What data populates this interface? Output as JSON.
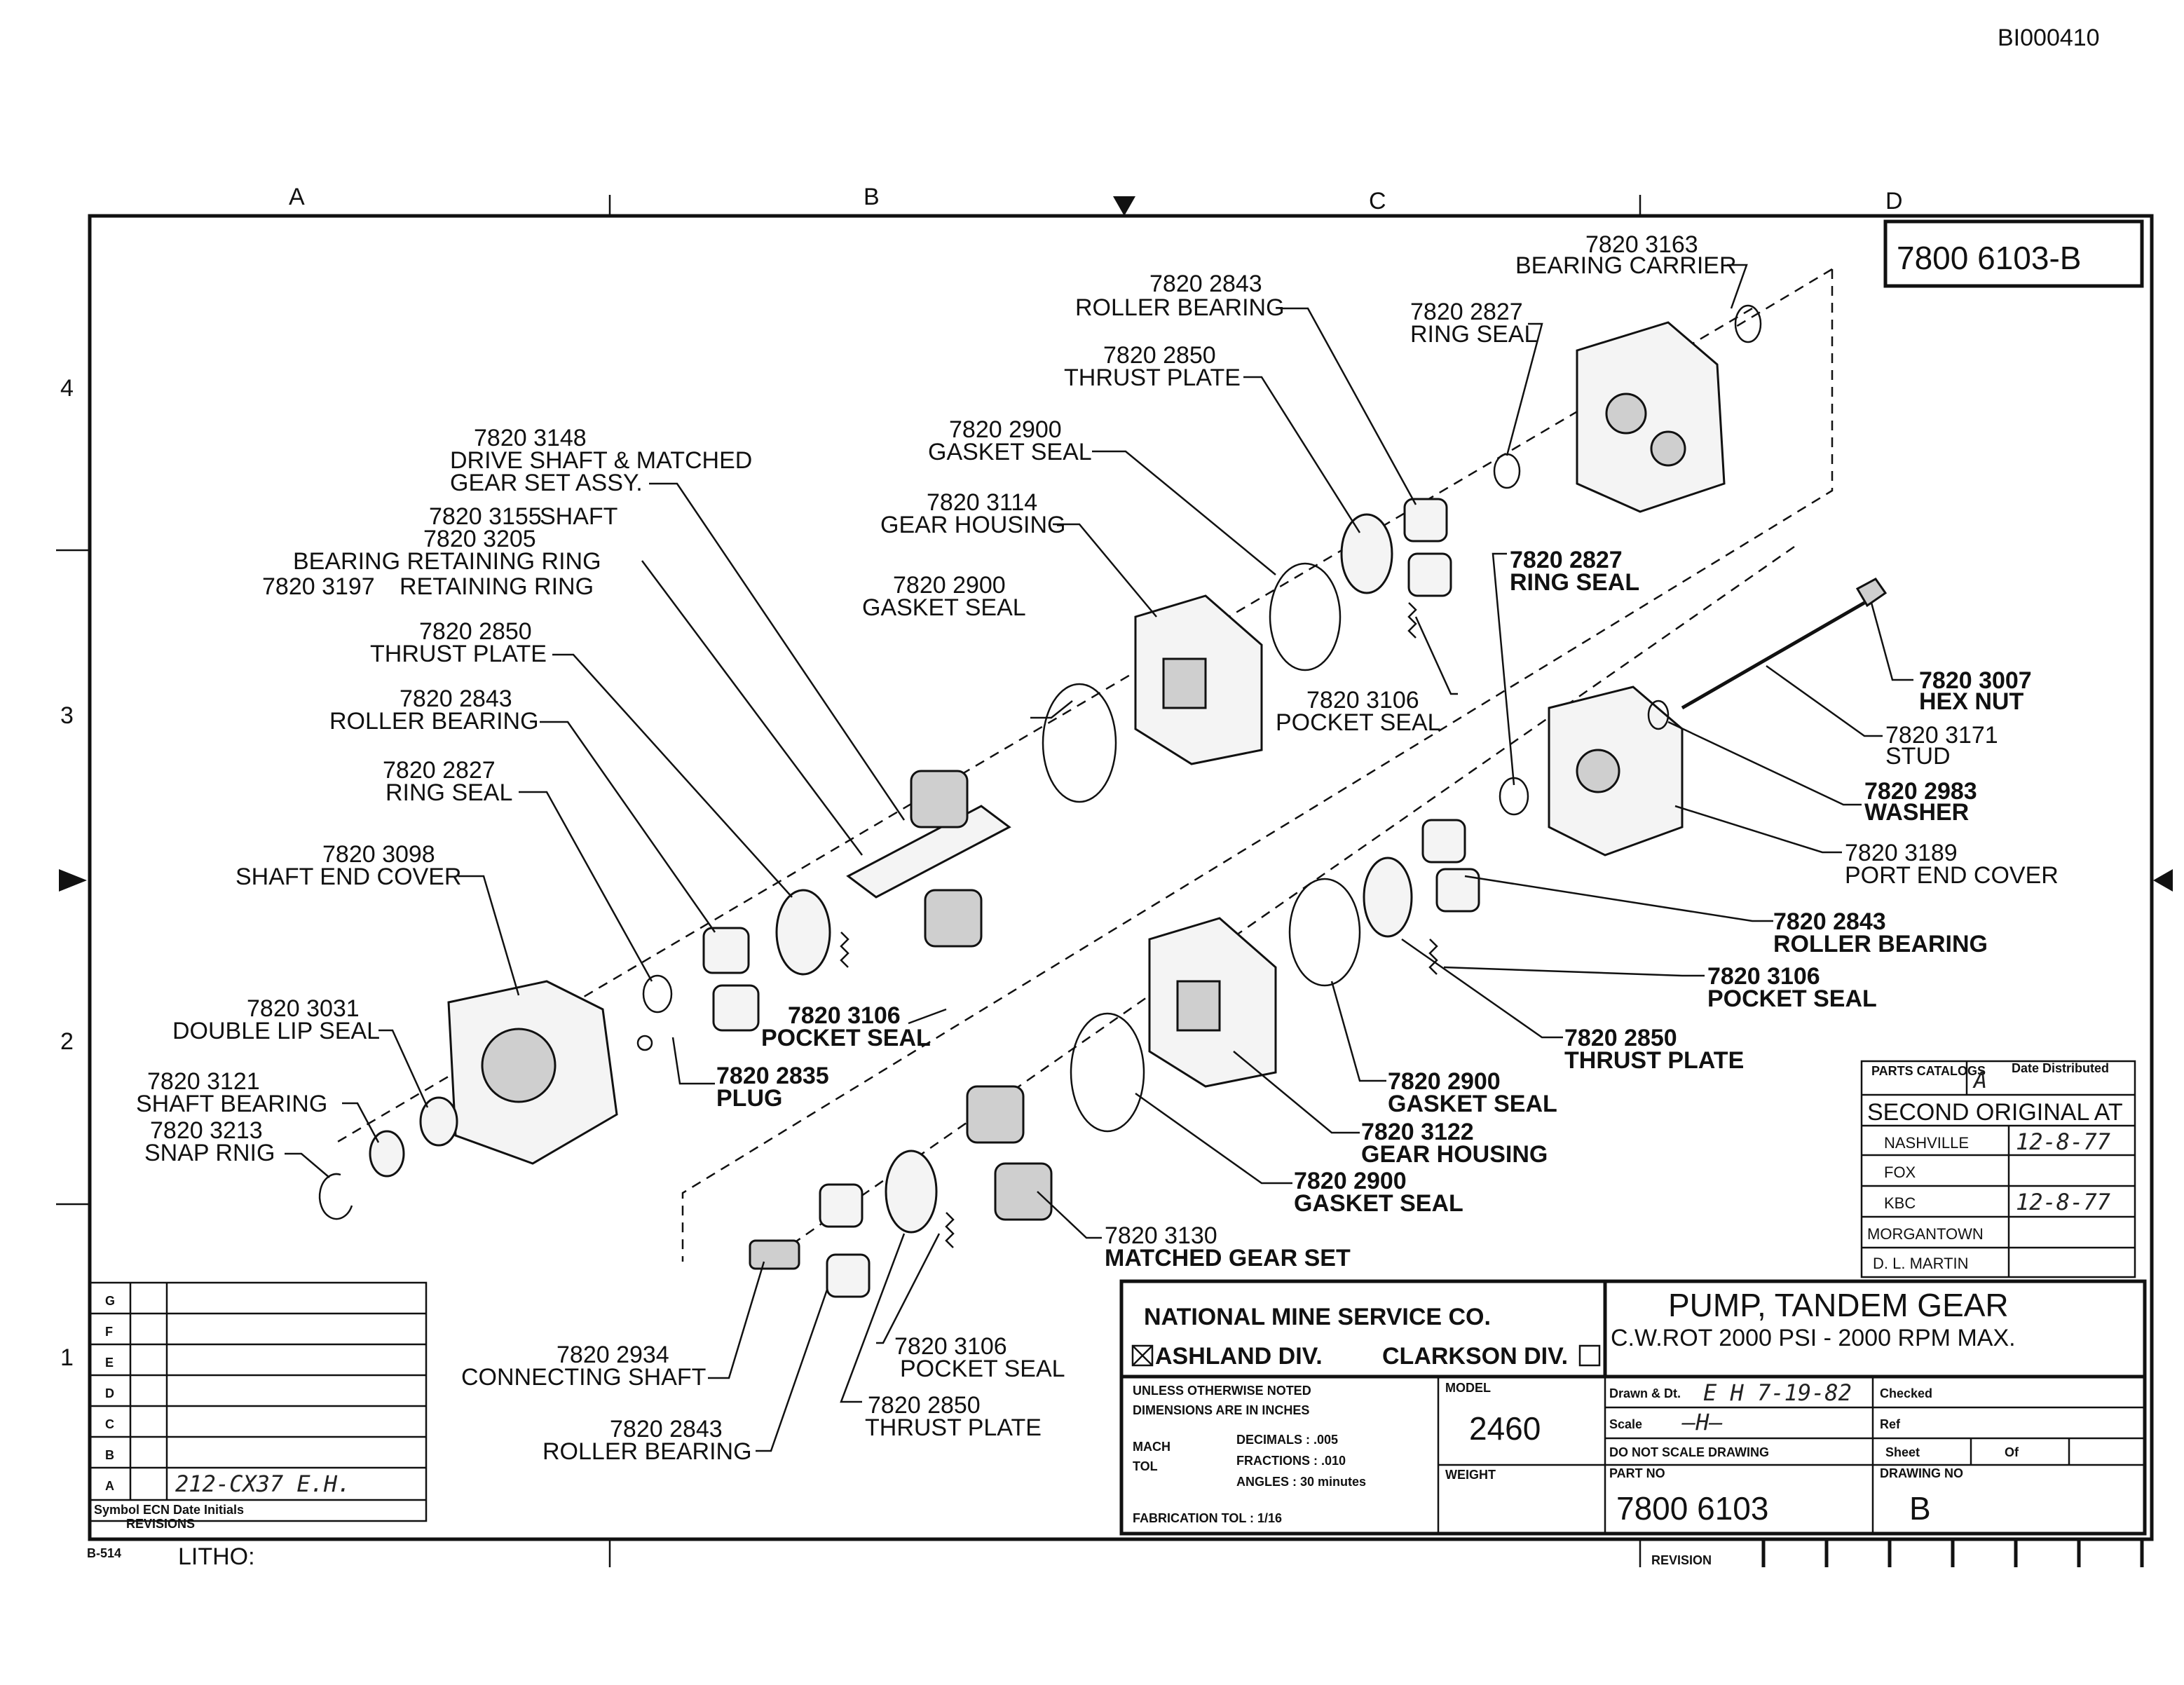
{
  "doc_id": "BI000410",
  "zone_letters": [
    "A",
    "B",
    "C",
    "D"
  ],
  "zone_numbers": [
    "4",
    "3",
    "2",
    "1"
  ],
  "drawing_no_box": "7800 6103-B",
  "callouts": [
    {
      "num": "7820 3163",
      "name": "BEARING CARRIER"
    },
    {
      "num": "7820 2843",
      "name": "ROLLER BEARING"
    },
    {
      "num": "7820 2827",
      "name": "RING SEAL"
    },
    {
      "num": "7820 2850",
      "name": "THRUST PLATE"
    },
    {
      "num": "7820 2900",
      "name": "GASKET SEAL"
    },
    {
      "num": "7820 3114",
      "name": "GEAR HOUSING"
    },
    {
      "num": "7820 3148",
      "name": "DRIVE SHAFT & MATCHED",
      "name2": "GEAR SET ASSY."
    },
    {
      "num": "7820 3155",
      "name": "SHAFT"
    },
    {
      "num": "7820 3205",
      "name": "BEARING RETAINING RING"
    },
    {
      "num": "7820 3197",
      "name": "RETAINING RING"
    },
    {
      "num": "7820 2850",
      "name": "THRUST PLATE"
    },
    {
      "num": "7820 2843",
      "name": "ROLLER BEARING"
    },
    {
      "num": "7820 2827",
      "name": "RING SEAL"
    },
    {
      "num": "7820 3098",
      "name": "SHAFT END COVER"
    },
    {
      "num": "7820 3031",
      "name": "DOUBLE LIP SEAL"
    },
    {
      "num": "7820 3121",
      "name": "SHAFT BEARING"
    },
    {
      "num": "7820 3213",
      "name": "SNAP RNIG"
    },
    {
      "num": "7820 2900",
      "name": "GASKET SEAL"
    },
    {
      "num": "7820 2827",
      "name": "RING SEAL"
    },
    {
      "num": "7820 3106",
      "name": "POCKET SEAL"
    },
    {
      "num": "7820 3007",
      "name": "HEX NUT"
    },
    {
      "num": "7820 3171",
      "name": "STUD"
    },
    {
      "num": "7820 2983",
      "name": "WASHER"
    },
    {
      "num": "7820 3189",
      "name": "PORT END COVER"
    },
    {
      "num": "7820 2843",
      "name": "ROLLER BEARING"
    },
    {
      "num": "7820 3106",
      "name": "POCKET SEAL"
    },
    {
      "num": "7820 2850",
      "name": "THRUST PLATE"
    },
    {
      "num": "7820 2900",
      "name": "GASKET SEAL"
    },
    {
      "num": "7820 3122",
      "name": "GEAR HOUSING"
    },
    {
      "num": "7820 2900",
      "name": "GASKET SEAL"
    },
    {
      "num": "7820 3130",
      "name": "MATCHED GEAR SET"
    },
    {
      "num": "7820 3106",
      "name": "POCKET SEAL"
    },
    {
      "num": "7820 2850",
      "name": "THRUST PLATE"
    },
    {
      "num": "7820 2934",
      "name": "CONNECTING SHAFT"
    },
    {
      "num": "7820 2843",
      "name": "ROLLER BEARING"
    },
    {
      "num": "7820 3106",
      "name": "POCKET SEAL"
    },
    {
      "num": "7820 2835",
      "name": "PLUG"
    }
  ],
  "parts_catalogs": {
    "header": "PARTS CATALOGS",
    "mark": "A",
    "date_hdr": "Date Distributed",
    "second_original": "SECOND ORIGINAL AT",
    "rows": [
      {
        "loc": "NASHVILLE",
        "val": "12-8-77"
      },
      {
        "loc": "FOX",
        "val": ""
      },
      {
        "loc": "KBC",
        "val": "12-8-77"
      },
      {
        "loc": "MORGANTOWN",
        "val": ""
      },
      {
        "loc": "D. L. MARTIN",
        "val": ""
      }
    ]
  },
  "revisions": {
    "letters": [
      "G",
      "F",
      "E",
      "D",
      "C",
      "B",
      "A"
    ],
    "entry_a": "212-CX37  E.H.",
    "footer": "Symbol  ECN Date Initials",
    "footer2": "REVISIONS"
  },
  "title_block": {
    "company": "NATIONAL MINE SERVICE CO.",
    "div1": "ASHLAND DIV.",
    "div2": "CLARKSON DIV.",
    "title": "PUMP, TANDEM GEAR",
    "subtitle": "C.W.ROT  2000 PSI - 2000 RPM  MAX.",
    "unless": "UNLESS OTHERWISE NOTED",
    "dims": "DIMENSIONS ARE IN INCHES",
    "mach": "MACH",
    "tol": "TOL",
    "decimals": "DECIMALS : .005",
    "fractions": "FRACTIONS : .010",
    "angles": "ANGLES : 30 minutes",
    "fab": "FABRICATION TOL  :  1/16",
    "model_lbl": "MODEL",
    "model": "2460",
    "weight_lbl": "WEIGHT",
    "drawn_lbl": "Drawn & Dt.",
    "drawn_val": "E H  7-19-82",
    "checked_lbl": "Checked",
    "scale_lbl": "Scale",
    "scale_val": "—H—",
    "ref_lbl": "Ref",
    "noscale": "DO NOT SCALE DRAWING",
    "sheet_lbl": "Sheet",
    "of_lbl": "Of",
    "part_no_lbl": "PART NO",
    "part_no": "7800 6103",
    "drawing_no_lbl": "DRAWING NO",
    "drawing_no": "B",
    "revision_lbl": "REVISION"
  },
  "form_no": "B-514",
  "litho": "LITHO:"
}
